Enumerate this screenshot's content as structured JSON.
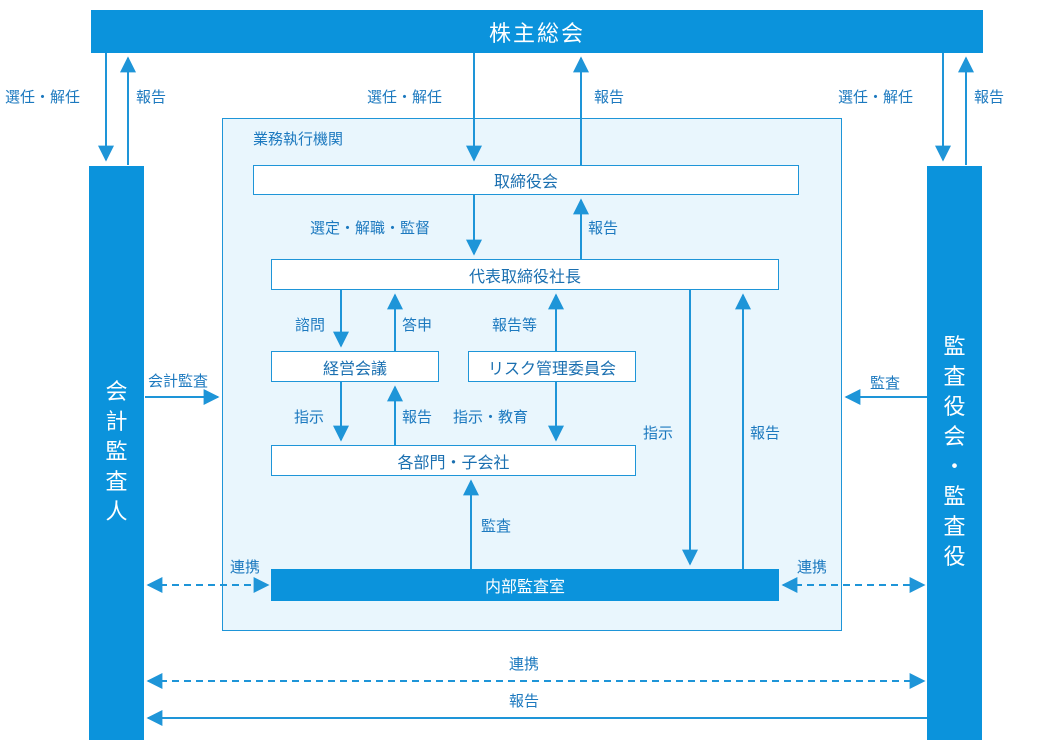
{
  "shareholders_meeting": "株主総会",
  "business_execution": "業務執行機関",
  "board_of_directors": "取締役会",
  "president": "代表取締役社長",
  "management_council": "経営会議",
  "risk_committee": "リスク管理委員会",
  "departments": "各部門・子会社",
  "internal_audit": "内部監査室",
  "accounting_auditor": [
    "会",
    "計",
    "監",
    "査",
    "人"
  ],
  "auditors": [
    "監",
    "査",
    "役",
    "会",
    "・",
    "監",
    "査",
    "役"
  ],
  "labels": {
    "elect_dismiss_left": "選任・解任",
    "report_left": "報告",
    "elect_dismiss_center": "選任・解任",
    "report_center": "報告",
    "elect_dismiss_right": "選任・解任",
    "report_right": "報告",
    "select_dismiss_supervise": "選定・解職・監督",
    "report_board": "報告",
    "consult": "諮問",
    "answer": "答申",
    "report_etc": "報告等",
    "instruct_mc": "指示",
    "report_mc": "報告",
    "instruct_educate": "指示・教育",
    "instruct_president": "指示",
    "report_audit_room": "報告",
    "audit_internal": "監査",
    "accounting_audit": "会計監査",
    "audit_auditors": "監査",
    "coop_left": "連携",
    "coop_right": "連携",
    "coop_bottom": "連携",
    "report_bottom": "報告"
  },
  "colors": {
    "primary": "#0b93dc",
    "panel": "#e9f6fd",
    "line": "#1e95d8"
  }
}
